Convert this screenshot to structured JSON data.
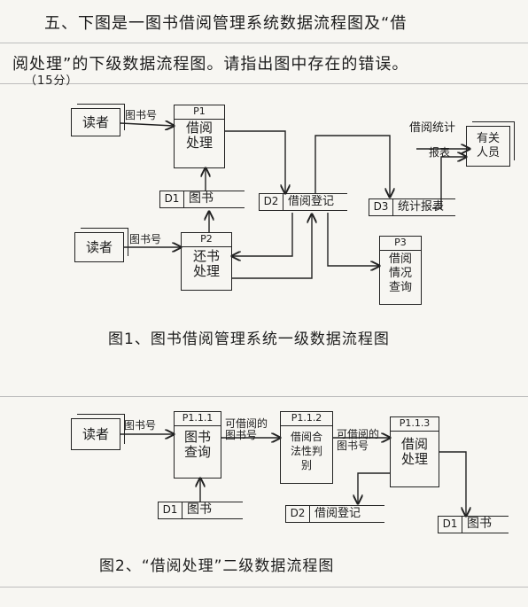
{
  "question": {
    "line1": "五、下图是一图书借阅管理系统数据流程图及“借",
    "line2": "阅处理”的下级数据流程图。请指出图中存在的错误。",
    "score": "（15分）"
  },
  "figure1": {
    "caption": "图1、图书借阅管理系统一级数据流程图",
    "entities": {
      "reader_top": "读者",
      "reader_bottom": "读者",
      "staff": "有关\n人员"
    },
    "processes": {
      "p1": {
        "id": "P1",
        "name": "借阅\n处理"
      },
      "p2": {
        "id": "P2",
        "name": "还书\n处理"
      },
      "p3": {
        "id": "P3",
        "name": "借阅\n情况\n查询"
      }
    },
    "stores": {
      "d1": {
        "id": "D1",
        "name": "图书"
      },
      "d2": {
        "id": "D2",
        "name": "借阅登记"
      },
      "d3": {
        "id": "D3",
        "name": "统计报表"
      }
    },
    "flows": {
      "book_no_top": "图书号",
      "book_no_bottom": "图书号",
      "borrow_stats": "借阅统计",
      "report": "报表"
    }
  },
  "figure2": {
    "caption": "图2、“借阅处理”二级数据流程图",
    "entities": {
      "reader": "读者"
    },
    "processes": {
      "p111": {
        "id": "P1.1.1",
        "name": "图书\n查询"
      },
      "p112": {
        "id": "P1.1.2",
        "name": "借阅合\n法性判\n别"
      },
      "p113": {
        "id": "P1.1.3",
        "name": "借阅\n处理"
      }
    },
    "stores": {
      "d1a": {
        "id": "D1",
        "name": "图书"
      },
      "d2": {
        "id": "D2",
        "name": "借阅登记"
      },
      "d1b": {
        "id": "D1",
        "name": "图书"
      }
    },
    "flows": {
      "book_no": "图书号",
      "borrowable_book_no": "可借阅的\n图书号",
      "to_borrow_book_no": "可借阅的\n图书号"
    }
  }
}
